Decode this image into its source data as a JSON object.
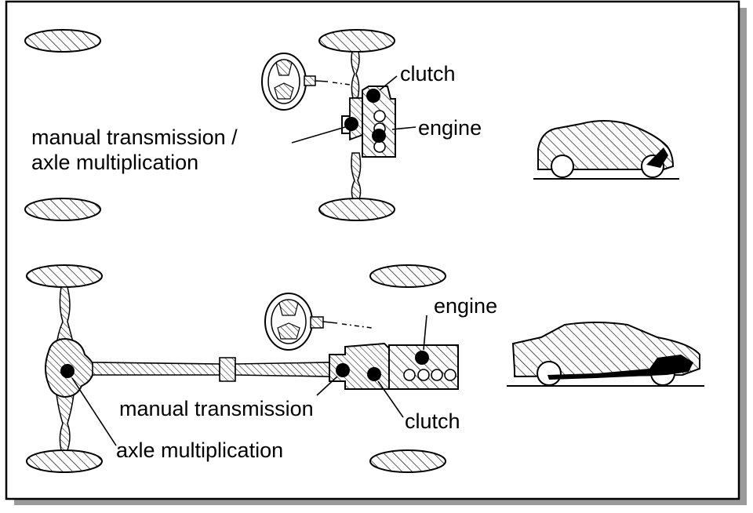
{
  "front_layout": {
    "labels": {
      "clutch": "clutch",
      "engine": "engine",
      "transmission_line1": "manual transmission /",
      "transmission_line2": "axle multiplication"
    }
  },
  "rear_layout": {
    "labels": {
      "engine": "engine",
      "transmission": "manual transmission",
      "clutch": "clutch",
      "axle": "axle multiplication"
    }
  }
}
